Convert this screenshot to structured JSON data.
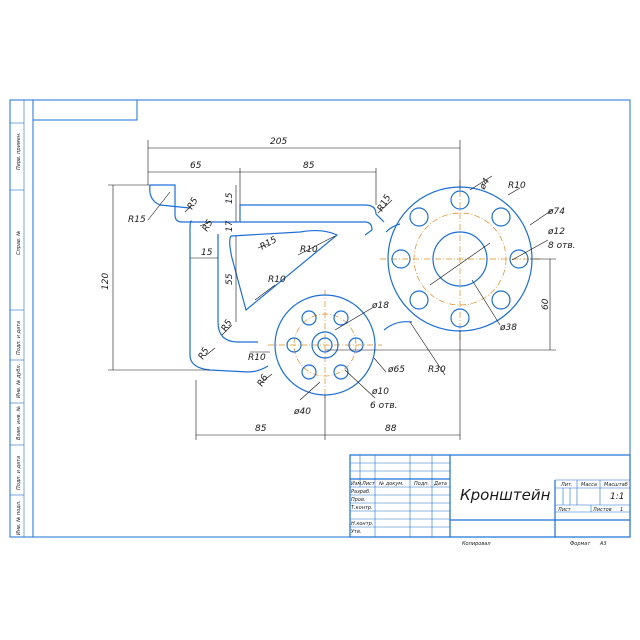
{
  "colors": {
    "line": "#1d6fd6",
    "axis": "#e08a1e",
    "dimension": "#111111",
    "background": "#ffffff"
  },
  "dimensions": {
    "d205": "205",
    "d65": "65",
    "d85_top": "85",
    "r15_left": "R15",
    "r5_a": "R5",
    "n15_a": "15",
    "n17": "17",
    "r5_b": "R5",
    "n15_b": "15",
    "n55": "55",
    "r15_b": "R15",
    "r10_a": "R10",
    "r10_b": "R10",
    "r15_c": "R15",
    "n120": "120",
    "r5_c": "R5",
    "r5_d": "R5",
    "r10_c": "R10",
    "r6": "R6",
    "d85_bottom": "85",
    "d88": "88",
    "phi4": "ø4",
    "r10_top": "R10",
    "phi74": "ø74",
    "phi12": "ø12",
    "phi12_note": "8 отв.",
    "n60": "60",
    "phi38": "ø38",
    "r30": "R30",
    "phi65": "ø65",
    "phi18": "ø18",
    "phi10": "ø10",
    "phi10_note": "6 отв.",
    "phi40": "ø40"
  },
  "side_stamp": [
    "Перв. примен.",
    "Справ. №",
    "Подп. и дата",
    "Инв. № дубл.",
    "Взам. инв. №",
    "Подп. и дата",
    "Инв. № подл."
  ],
  "title_block": {
    "title": "Кронштейн",
    "col_headers": [
      "Изм.",
      "Лист",
      "№ докум.",
      "Подп.",
      "Дата"
    ],
    "row_labels": [
      "Разраб.",
      "Пров.",
      "Т.контр.",
      "",
      "Н.контр.",
      "Утв."
    ],
    "lit": "Лит.",
    "mass": "Масса",
    "scale": "Масштаб",
    "scale_value": "1:1",
    "sheet": "Лист",
    "sheets": "Листов",
    "sheets_value": "1",
    "copied": "Копировал",
    "format": "Формат",
    "format_value": "А3"
  }
}
